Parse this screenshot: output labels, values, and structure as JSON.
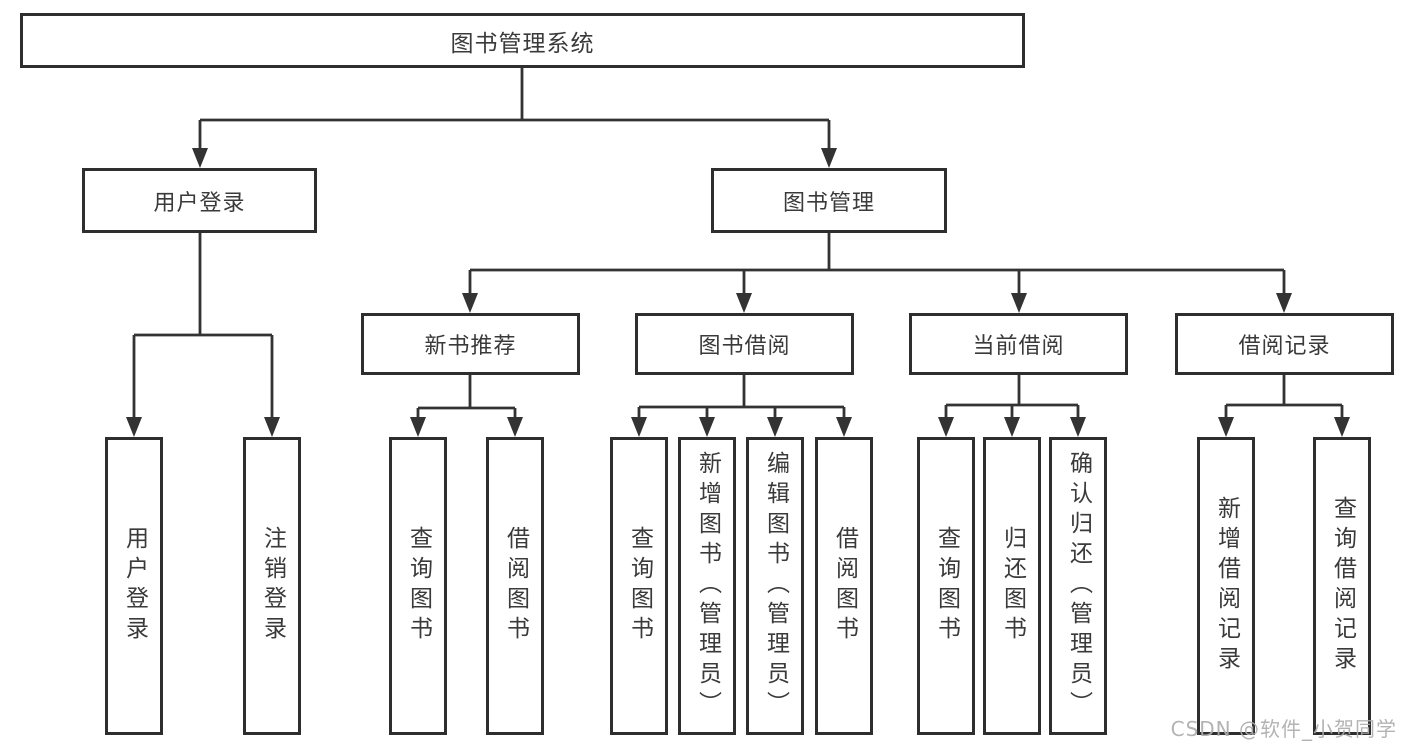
{
  "tree": {
    "root": "图书管理系统",
    "level2": [
      {
        "label": "用户登录",
        "children": [
          "用户登录",
          "注销登录"
        ]
      },
      {
        "label": "图书管理",
        "modules": [
          {
            "label": "新书推荐",
            "children": [
              "查询图书",
              "借阅图书"
            ]
          },
          {
            "label": "图书借阅",
            "children": [
              "查询图书",
              "新增图书（管理员）",
              "编辑图书（管理员）",
              "借阅图书"
            ]
          },
          {
            "label": "当前借阅",
            "children": [
              "查询图书",
              "归还图书",
              "确认归还（管理员）"
            ]
          },
          {
            "label": "借阅记录",
            "children": [
              "新增借阅记录",
              "查询借阅记录"
            ]
          }
        ]
      }
    ]
  },
  "watermark": "CSDN @软件_小贺同学",
  "colors": {
    "line": "#333333",
    "box_border": "#2e2e2e",
    "text": "#3a3a3a",
    "watermark": "#adadad",
    "background": "#ffffff"
  }
}
